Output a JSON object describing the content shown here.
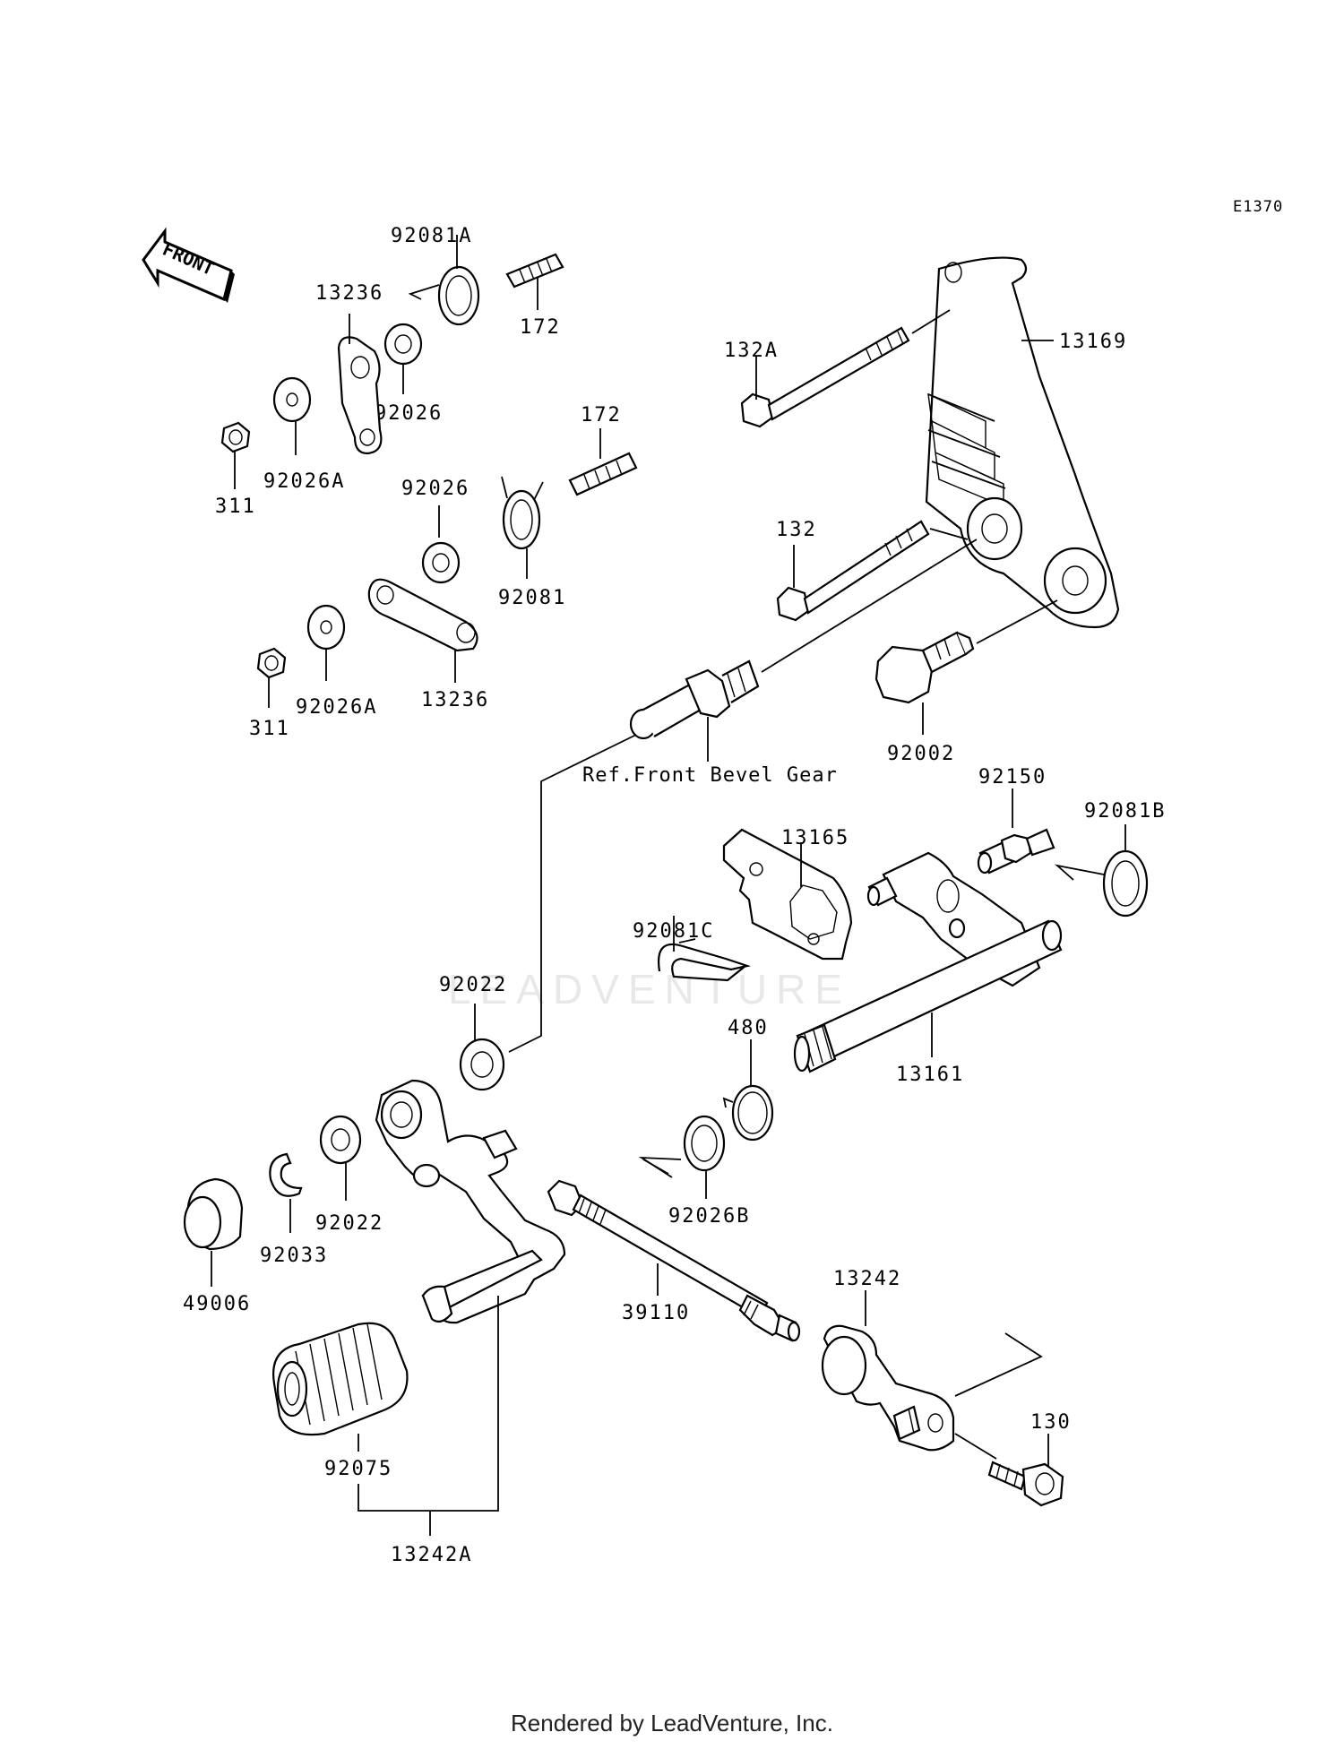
{
  "diagram_code": "E1370",
  "front_label": "FRONT",
  "watermark": "LEADVENTURE",
  "footer": "Rendered by LeadVenture, Inc.",
  "reference_note": "Ref.Front Bevel Gear",
  "parts": {
    "p92081A": "92081A",
    "p172a": "172",
    "p13236a": "13236",
    "p92026a": "92026",
    "p92026Aa": "92026A",
    "p311a": "311",
    "p172b": "172",
    "p92026b": "92026",
    "p92081": "92081",
    "p92026Ab": "92026A",
    "p311b": "311",
    "p13236b": "13236",
    "p132A": "132A",
    "p13169": "13169",
    "p132": "132",
    "p92002": "92002",
    "p92150": "92150",
    "p92081B": "92081B",
    "p13165": "13165",
    "p92081C": "92081C",
    "p92022a": "92022",
    "p480": "480",
    "p13161": "13161",
    "p92026B": "92026B",
    "p92033": "92033",
    "p92022b": "92022",
    "p49006": "49006",
    "p39110": "39110",
    "p13242": "13242",
    "p92075": "92075",
    "p130": "130",
    "p13242A": "13242A"
  }
}
